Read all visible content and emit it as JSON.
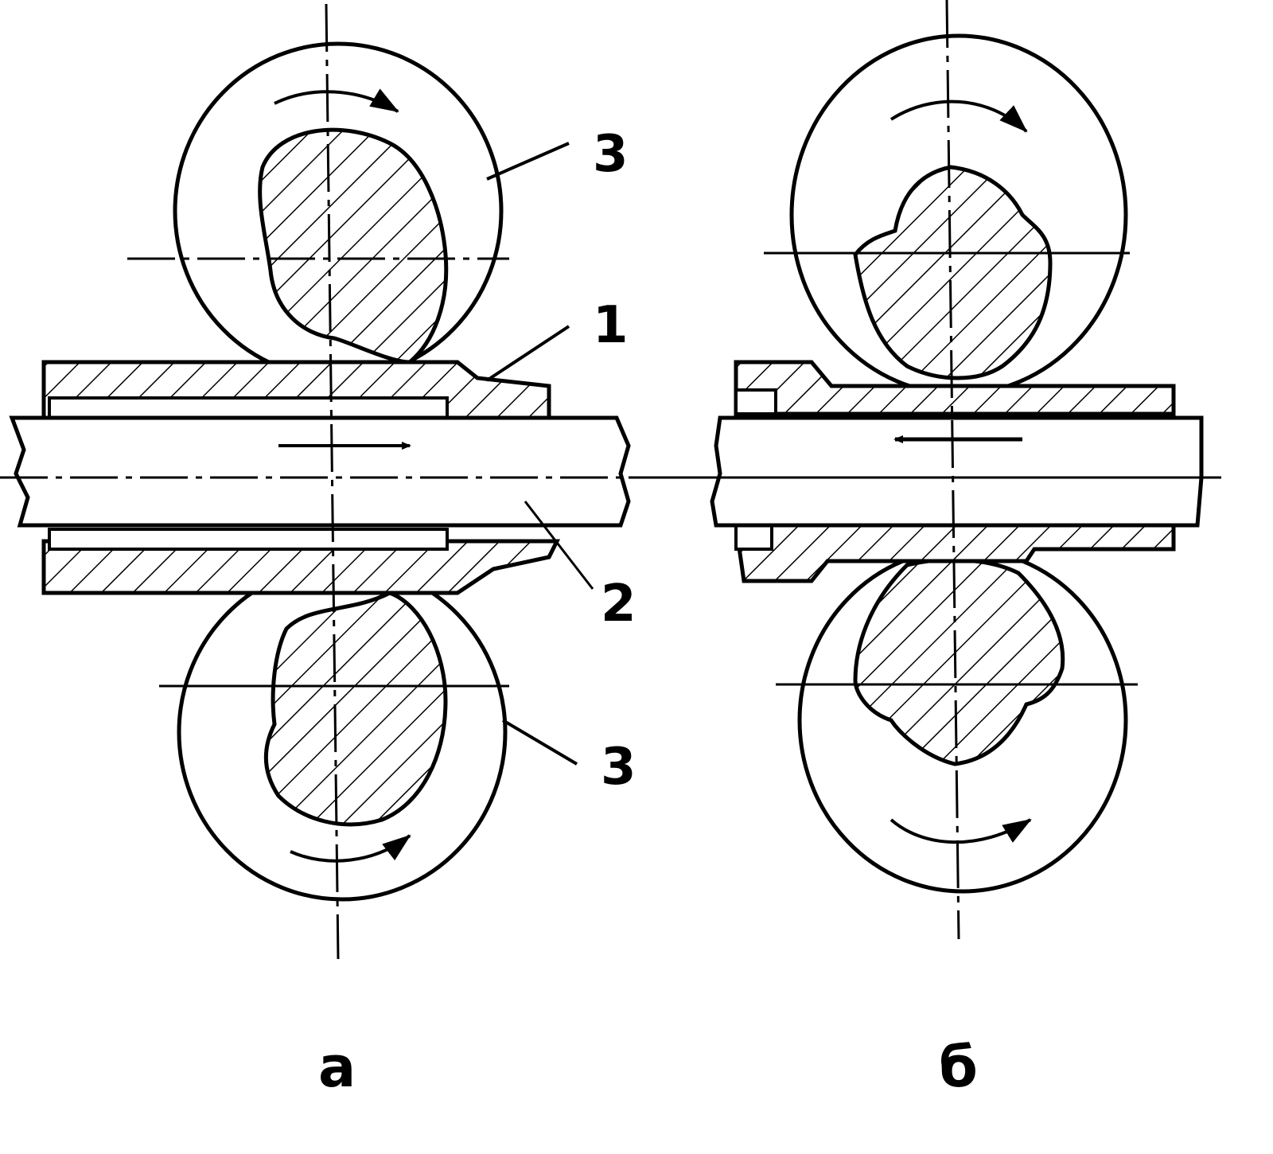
{
  "labels": {
    "callout_3_top": "3",
    "callout_1": "1",
    "callout_2": "2",
    "callout_3_bottom": "3"
  },
  "captions": {
    "left": "а",
    "right": "б"
  },
  "colors": {
    "ink": "#000000",
    "paper": "#ffffff"
  }
}
